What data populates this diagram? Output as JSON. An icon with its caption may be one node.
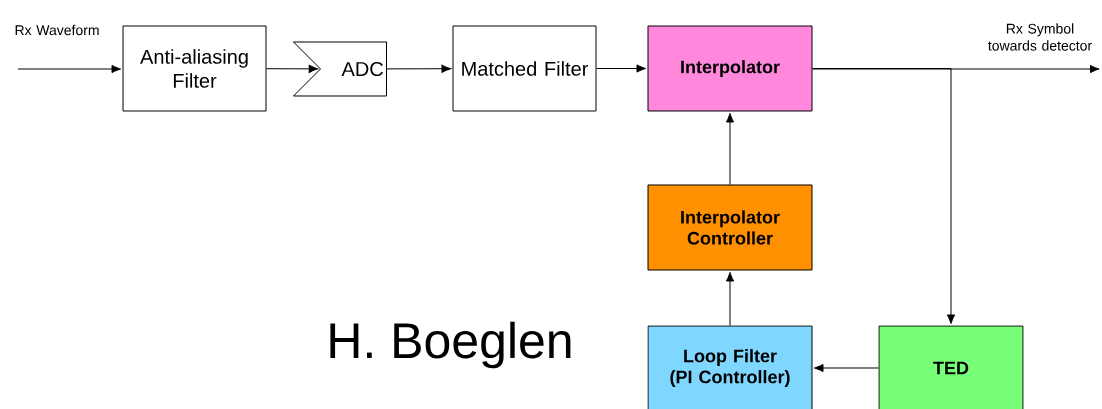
{
  "diagram": {
    "nodes": [
      {
        "text": [
          "Anti-aliasing Filter"
        ]
      },
      {
        "text": [
          "ADC"
        ]
      },
      {
        "text": [
          "Matched Filter"
        ]
      },
      {
        "text": [
          "Interpolator"
        ]
      },
      {
        "text": [
          "Interpolator Controller"
        ]
      },
      {
        "text": [
          "Loop Filter (PI Controller)"
        ]
      },
      {
        "text": [
          "TED"
        ]
      }
    ],
    "edges": [
      {
        "from": null,
        "to": 0,
        "arrow": "to",
        "label": "Rx Waveform"
      },
      {
        "from": 0,
        "to": 1,
        "arrow": "to"
      },
      {
        "from": 1,
        "to": 2,
        "arrow": "to"
      },
      {
        "from": 2,
        "to": 3,
        "arrow": "to"
      },
      {
        "from": 3,
        "to": null,
        "arrow": "to",
        "label": "Rx Symbol towards detector"
      },
      {
        "from": 3,
        "to": 6,
        "arrow": "to"
      },
      {
        "from": 6,
        "to": 5,
        "arrow": "to"
      },
      {
        "from": 5,
        "to": 4,
        "arrow": "to"
      },
      {
        "from": 4,
        "to": 3,
        "arrow": "to"
      }
    ],
    "labels": [
      "H. Boeglen"
    ]
  }
}
